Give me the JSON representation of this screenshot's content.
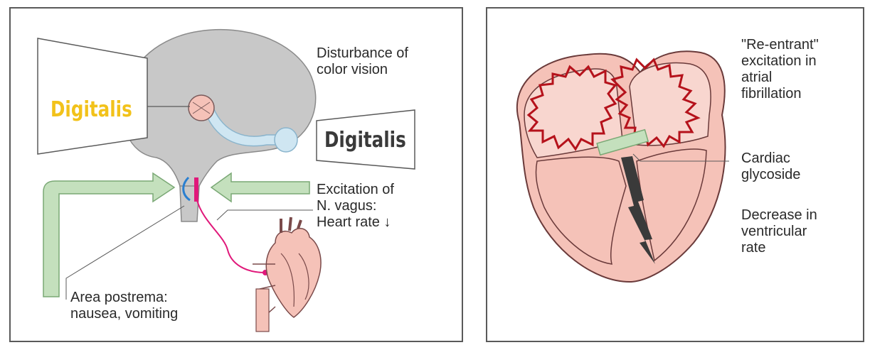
{
  "left_panel": {
    "color_vision_label": "Disturbance of\ncolor vision",
    "digitalis_sign_left": "Digitalis",
    "digitalis_sign_right": "Digitalis",
    "vagus_label": "Excitation of\nN. vagus:\nHeart rate ↓",
    "postrema_label": "Area postrema:\nnausea, vomiting"
  },
  "right_panel": {
    "reentrant_label": "\"Re-entrant\"\nexcitation in\natrial\nfibrillation",
    "glycoside_label": "Cardiac\nglycoside",
    "ventricular_label": "Decrease in\nventricular\nrate"
  },
  "colors": {
    "brain_gray": "#c8c8c8",
    "arrow_green": "#c4e0bd",
    "nerve_magenta": "#e0187a",
    "optic_blue": "#cfe6f2",
    "heart_pink": "#f5c2b8",
    "excitation_red": "#b5121b",
    "digitalis_yellow": "#f2c21a"
  }
}
